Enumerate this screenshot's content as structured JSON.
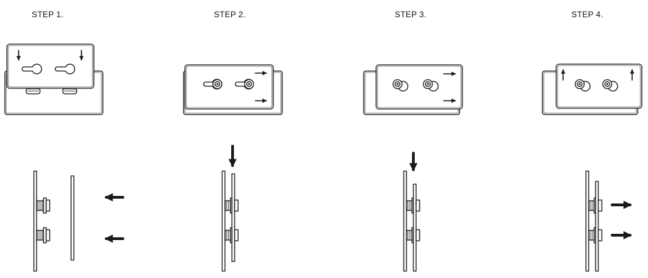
{
  "steps": [
    {
      "label": "STEP 1."
    },
    {
      "label": "STEP 2."
    },
    {
      "label": "STEP 3."
    },
    {
      "label": "STEP 4."
    }
  ],
  "colors": {
    "line": "#1a1a1a",
    "fill": "#ffffff",
    "screw": "#9a9a9a"
  }
}
